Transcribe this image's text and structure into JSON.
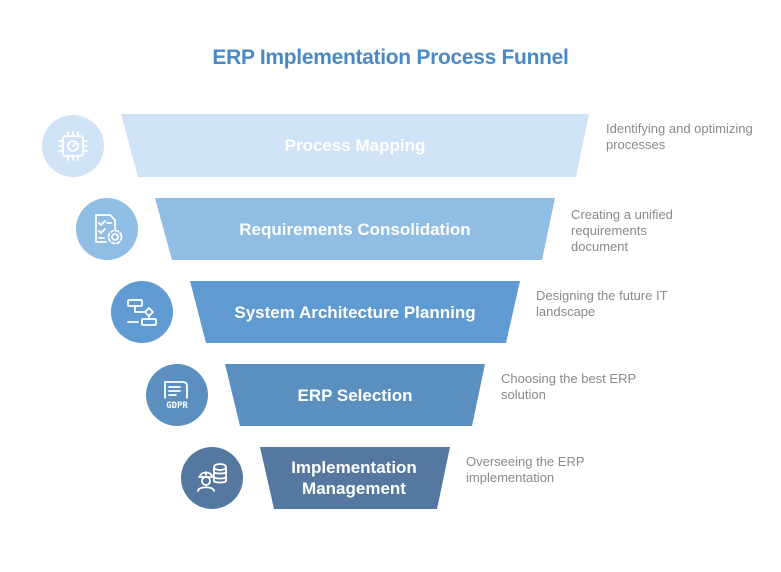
{
  "title": "ERP Implementation Process Funnel",
  "colors": {
    "title": "#4a8ac4",
    "description": "#8a8a8a",
    "stage_1": "#cfe2f6",
    "stage_2": "#8fbde4",
    "stage_3": "#5f9bd0",
    "stage_4": "#5a8fc0",
    "stage_5": "#5478a0"
  },
  "stages": [
    {
      "label": "Process Mapping",
      "description": "Identifying and optimizing processes",
      "icon": "cpu-gauge-icon"
    },
    {
      "label": "Requirements Consolidation",
      "description": "Creating a unified requirements document",
      "icon": "checklist-gear-icon"
    },
    {
      "label": "System Architecture Planning",
      "description": "Designing the future IT landscape",
      "icon": "flowchart-icon"
    },
    {
      "label": "ERP Selection",
      "description": "Choosing the best ERP solution",
      "icon": "gdpr-document-icon"
    },
    {
      "label": "Implementation Management",
      "description": "Overseeing the ERP implementation",
      "icon": "engineer-database-icon"
    }
  ]
}
